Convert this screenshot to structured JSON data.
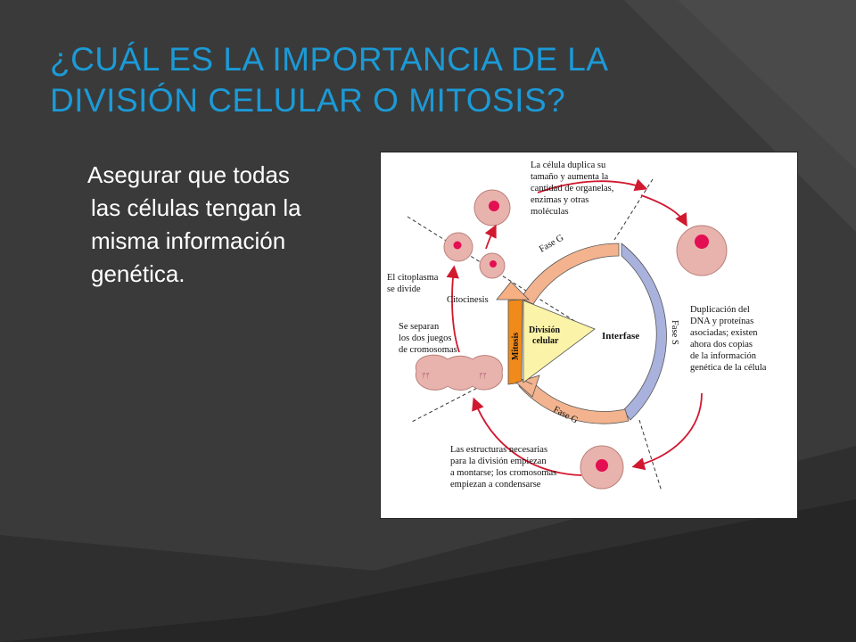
{
  "slide": {
    "title_lines": [
      "¿CUÁL ES LA IMPORTANCIA DE LA",
      "DIVISIÓN CELULAR O MITOSIS?"
    ],
    "bullet_lines": [
      "Asegurar que todas",
      "las células tengan la",
      "misma información",
      "genética."
    ]
  },
  "diagram": {
    "top_note": [
      "La célula duplica su",
      "tamaño y aumenta la",
      "cantidad de organelas,",
      "enzimas y otras",
      "moléculas"
    ],
    "right_note": [
      "Duplicación del",
      "DNA y proteínas",
      "asociadas; existen",
      "ahora dos copias",
      "de la información",
      "genética de la célula"
    ],
    "bottom_note": [
      "Las estructuras necesarias",
      "para la división empiezan",
      "a montarse; los cromosomas",
      "empiezan a condensarse"
    ],
    "left_top_note": [
      "El citoplasma",
      "se divide"
    ],
    "left_mid_note": [
      "Se separan",
      "los dos juegos",
      "de cromosomas"
    ],
    "phase_g1": "Fase G",
    "phase_s": "Fase S",
    "phase_g2": "Fase G",
    "cytokinesis": "Citocinesis",
    "mitosis": "Mitosis",
    "cell_division": [
      "División",
      "celular"
    ],
    "interphase": "Interfase",
    "colors": {
      "g_phase": "#f2b38e",
      "s_phase": "#a9b2dd",
      "mitosis": "#f08a1a",
      "division_wedge": "#fbf3a8",
      "arrow": "#d0182f",
      "cell": "#e9b3ad",
      "nucleus": "#e30f52"
    }
  }
}
